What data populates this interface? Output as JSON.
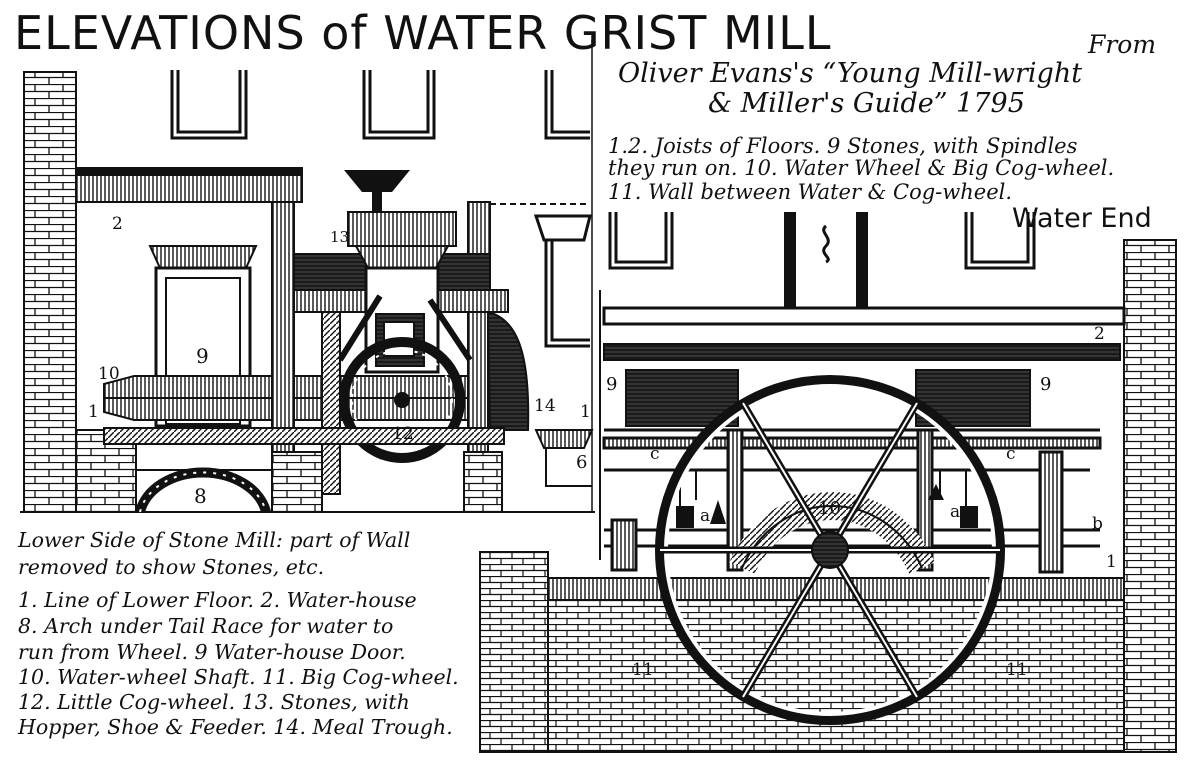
{
  "title": "ELEVATIONS of WATER GRIST MILL",
  "source": {
    "from": "From",
    "line1": "Oliver Evans's “Young Mill-wright",
    "line2": "& Miller's Guide” 1795"
  },
  "right_key": [
    "1.2. Joists of Floors. 9 Stones, with Spindles",
    "they run on. 10. Water Wheel & Big Cog-wheel.",
    "11. Wall between Water & Cog-wheel."
  ],
  "right_heading": "Water End",
  "left_key": [
    "Lower Side of Stone Mill: part of Wall",
    "removed to show Stones, etc.",
    "1. Line of Lower Floor. 2. Water-house",
    "8. Arch under Tail Race for water to",
    "run from Wheel. 9 Water-house Door.",
    "10. Water-wheel Shaft. 11. Big Cog-wheel.",
    "12. Little Cog-wheel. 13. Stones, with",
    "Hopper, Shoe & Feeder. 14. Meal Trough."
  ],
  "left_labels": {
    "l1": "1",
    "l2": "2",
    "l6": "6",
    "l8": "8",
    "l9": "9",
    "l10": "10",
    "l12": "12",
    "l13": "13",
    "l14": "14",
    "l1b": "1"
  },
  "right_labels": {
    "r1": "1",
    "r2": "2",
    "r9a": "9",
    "r9b": "9",
    "r10": "10",
    "r11a": "11",
    "r11b": "11",
    "ra1": "a",
    "ra2": "a",
    "rb": "b",
    "rc1": "c",
    "rc2": "c"
  },
  "colors": {
    "ink": "#111111",
    "paper": "#ffffff",
    "gray": "#444444"
  }
}
